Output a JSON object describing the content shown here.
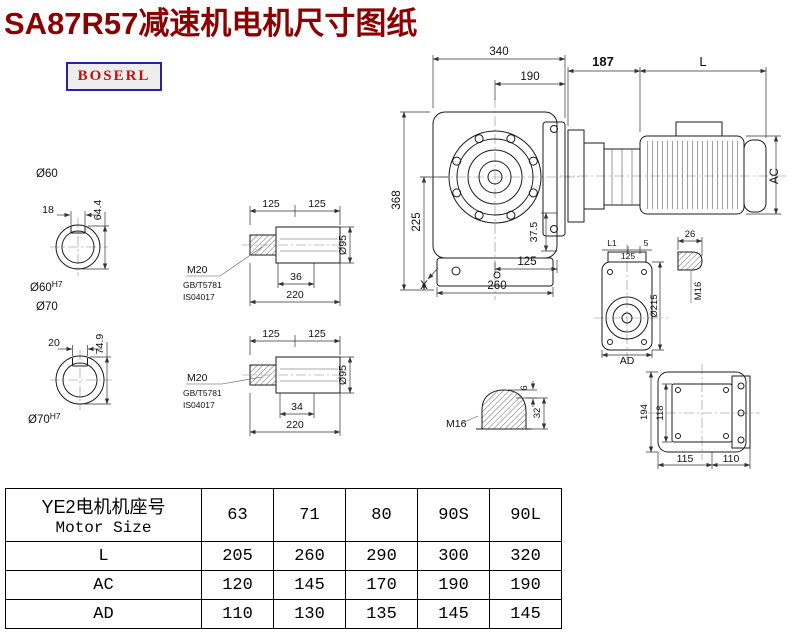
{
  "title": "SA87R57减速机电机尺寸图纸",
  "logo": "BOSERL",
  "labels": {
    "shaft60": {
      "dia": "Ø60",
      "key": "18",
      "height": "64.4",
      "fit": "Ø60",
      "tol": "H7"
    },
    "shaft70": {
      "dia": "Ø70",
      "key": "20",
      "height": "74.9",
      "fit": "Ø70",
      "tol": "H7"
    },
    "shaftTop": {
      "l1": "125",
      "l2": "125",
      "thread": "M20",
      "std1": "GB/T5781",
      "std2": "IS04017",
      "keylen": "36",
      "total": "220",
      "dia": "Ø95"
    },
    "shaftBot": {
      "l1": "125",
      "l2": "125",
      "thread": "M20",
      "std1": "GB/T5781",
      "std2": "IS04017",
      "keylen": "34",
      "total": "220",
      "dia": "Ø95"
    },
    "front": {
      "w340": "340",
      "w190": "190",
      "h368": "368",
      "h225": "225",
      "d375": "37.5",
      "w125": "125",
      "w260": "260",
      "x": "X"
    },
    "motor": {
      "d187": "187",
      "len": "L",
      "ac": "AC"
    },
    "side": {
      "l1": "L1",
      "d125": "125",
      "d5": "5",
      "dia": "Ø215",
      "ad": "AD"
    },
    "plugA": {
      "d26": "26",
      "thread": "M16"
    },
    "plugB": {
      "d6": "6",
      "d32": "32",
      "thread": "M16"
    },
    "rear": {
      "h194": "194",
      "h118": "118",
      "w115": "115",
      "w110": "110"
    }
  },
  "table": {
    "header_cn": "YE2电机机座号",
    "header_en": "Motor Size",
    "sizes": [
      "63",
      "71",
      "80",
      "90S",
      "90L"
    ],
    "rows": [
      {
        "label": "L",
        "values": [
          "205",
          "260",
          "290",
          "300",
          "320"
        ]
      },
      {
        "label": "AC",
        "values": [
          "120",
          "145",
          "170",
          "190",
          "190"
        ]
      },
      {
        "label": "AD",
        "values": [
          "110",
          "130",
          "135",
          "145",
          "145"
        ]
      }
    ]
  }
}
